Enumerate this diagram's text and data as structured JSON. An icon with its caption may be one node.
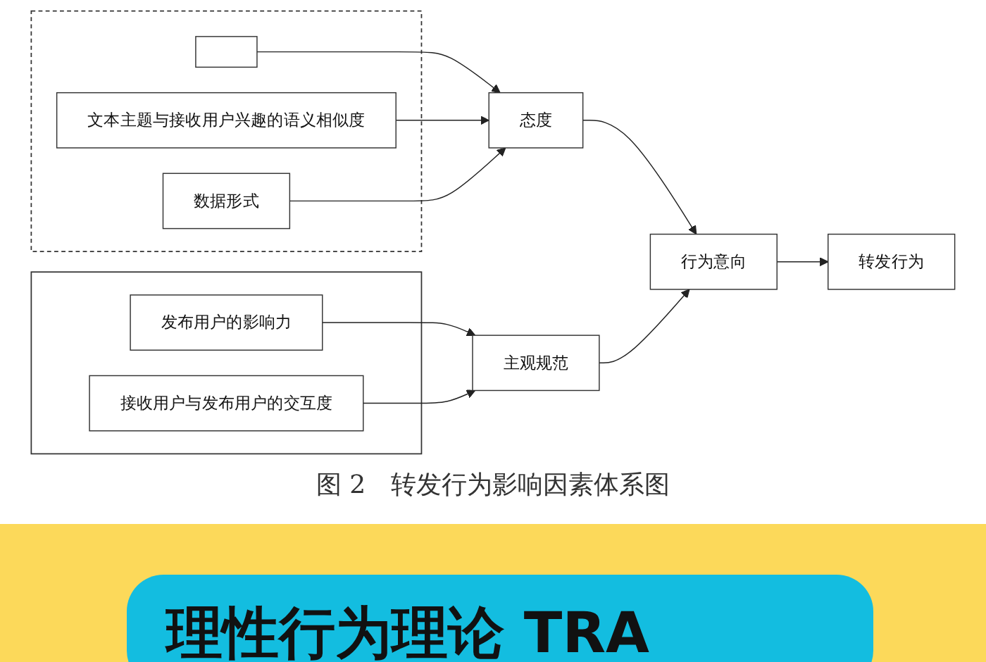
{
  "diagram": {
    "caption": "图 2　转发行为影响因素体系图",
    "nodes": [
      {
        "text": [],
        "shape": "box"
      },
      {
        "text": [],
        "shape": "box",
        "in": 0
      },
      {
        "text": [
          "文本主题与接收用户兴趣的语义相似度"
        ],
        "in": 0
      },
      {
        "text": [
          "数据形式"
        ],
        "in": 0
      },
      {
        "text": [],
        "shape": "box"
      },
      {
        "text": [
          "发布用户的影响力"
        ],
        "in": 4
      },
      {
        "text": [
          "接收用户与发布用户的交互度"
        ],
        "in": 4
      },
      {
        "text": [
          "态度"
        ]
      },
      {
        "text": [
          "主观规范"
        ]
      },
      {
        "text": [
          "行为意向"
        ]
      },
      {
        "text": [
          "转发行为"
        ]
      }
    ],
    "edges": [
      {
        "from": 1,
        "to": 7,
        "arrow": "to"
      },
      {
        "from": 2,
        "to": 7,
        "arrow": "to"
      },
      {
        "from": 3,
        "to": 7,
        "arrow": "to"
      },
      {
        "from": 5,
        "to": 8,
        "arrow": "to"
      },
      {
        "from": 6,
        "to": 8,
        "arrow": "to"
      },
      {
        "from": 7,
        "to": 9,
        "arrow": "to"
      },
      {
        "from": 8,
        "to": 9,
        "arrow": "to"
      },
      {
        "from": 9,
        "to": 10,
        "arrow": "to"
      }
    ],
    "labels": [
      "理性行为理论 TRA"
    ]
  }
}
